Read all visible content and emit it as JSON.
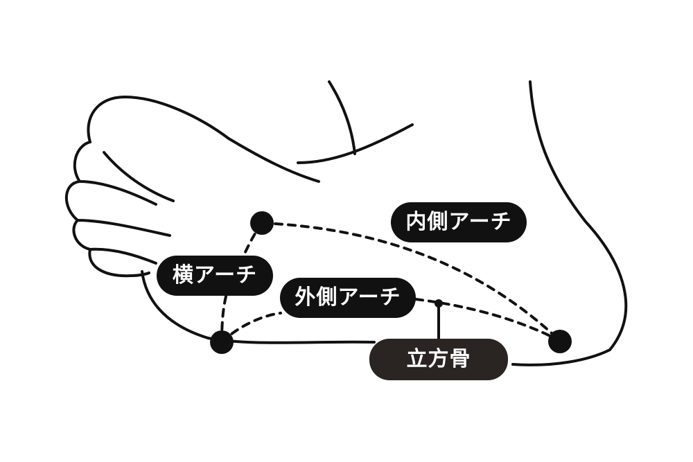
{
  "labels": {
    "medial_arch": "内側アーチ",
    "transverse_arch": "横アーチ",
    "lateral_arch": "外側アーチ",
    "cuboid": "立方骨"
  },
  "colors": {
    "ink": "#111111",
    "cuboid_label_bg": "#2a2422",
    "background": "#ffffff"
  }
}
